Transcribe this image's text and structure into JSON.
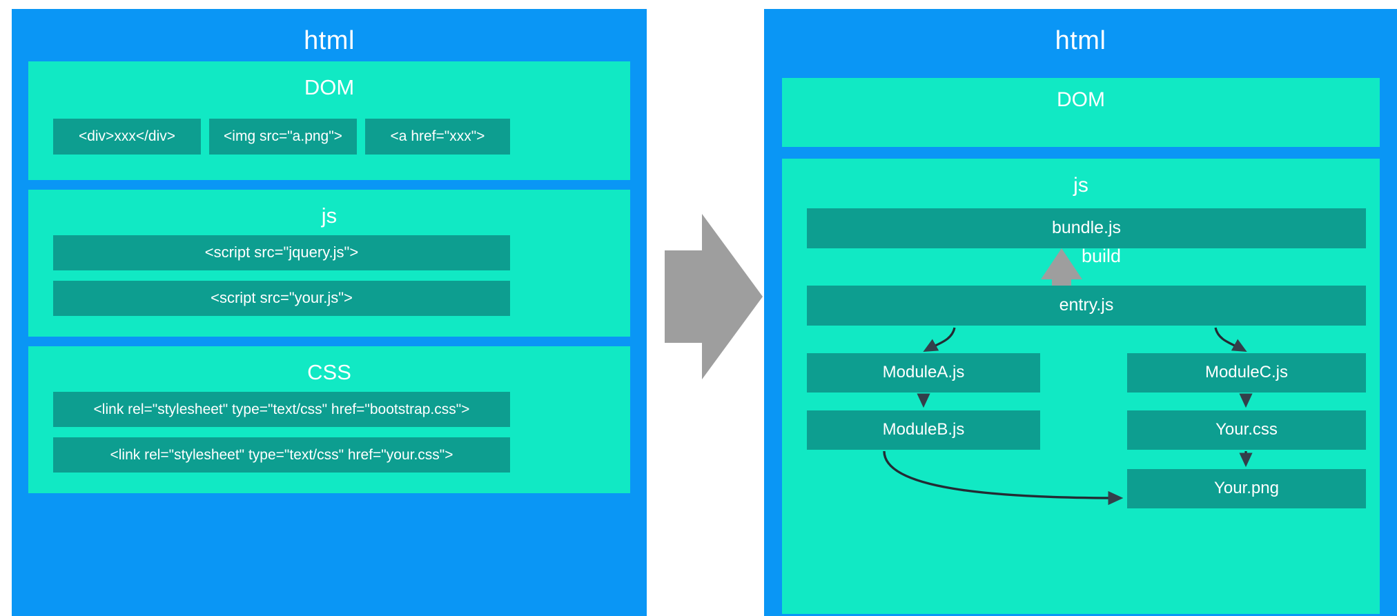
{
  "diagram": {
    "title_left": "html",
    "title_right": "html",
    "transition_icon": "right-arrow-icon",
    "colors": {
      "panel_blue": "#0a96f5",
      "section_mint": "#11e9c4",
      "item_teal": "#0d9e90",
      "arrow_gray": "#9e9e9e",
      "arrow_dark": "#333f4a",
      "text_white": "#ffffff"
    }
  },
  "left_panel": {
    "title": "html",
    "sections": [
      {
        "label": "DOM",
        "items": [
          "<div>xxx</div>",
          "<img src=\"a.png\">",
          "<a href=\"xxx\">"
        ]
      },
      {
        "label": "js",
        "items": [
          "<script src=\"jquery.js\">",
          "<script src=\"your.js\">"
        ]
      },
      {
        "label": "CSS",
        "items": [
          "<link rel=\"stylesheet\" type=\"text/css\" href=\"bootstrap.css\">",
          "<link rel=\"stylesheet\" type=\"text/css\" href=\"your.css\">"
        ]
      }
    ]
  },
  "right_panel": {
    "title": "html",
    "dom_label": "DOM",
    "js_label": "js",
    "build_label": "build",
    "nodes": {
      "bundle": "bundle.js",
      "entry": "entry.js",
      "module_a": "ModuleA.js",
      "module_b": "ModuleB.js",
      "module_c": "ModuleC.js",
      "your_css": "Your.css",
      "your_png": "Your.png"
    },
    "edges": [
      {
        "from": "entry.js",
        "to": "ModuleA.js",
        "style": "curved"
      },
      {
        "from": "entry.js",
        "to": "ModuleC.js",
        "style": "curved"
      },
      {
        "from": "ModuleA.js",
        "to": "ModuleB.js",
        "style": "straight"
      },
      {
        "from": "ModuleC.js",
        "to": "Your.css",
        "style": "straight"
      },
      {
        "from": "Your.css",
        "to": "Your.png",
        "style": "straight"
      },
      {
        "from": "ModuleB.js",
        "to": "Your.png",
        "style": "curved"
      },
      {
        "from": "entry.js",
        "to": "bundle.js",
        "style": "build-arrow",
        "label": "build"
      }
    ]
  }
}
